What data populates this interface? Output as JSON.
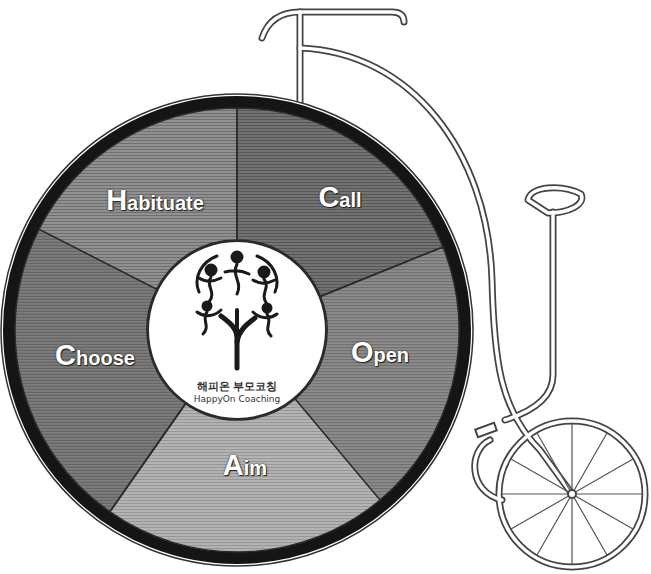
{
  "diagram": {
    "nodes": [
      {
        "text": [
          "Call"
        ]
      },
      {
        "text": [
          "Open"
        ]
      },
      {
        "text": [
          "Aim"
        ]
      },
      {
        "text": [
          "Choose"
        ]
      },
      {
        "text": [
          "Habituate"
        ]
      },
      {
        "text": [
          "해피온 부모코칭",
          "HappyOn Coaching"
        ]
      }
    ]
  }
}
